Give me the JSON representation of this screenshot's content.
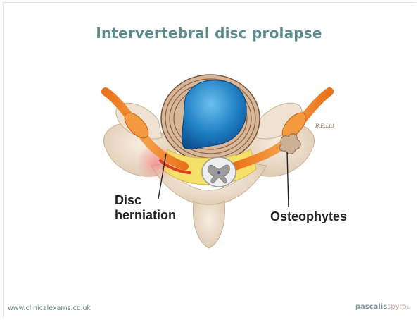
{
  "title": "Intervertebral disc prolapse",
  "labels": {
    "disc_herniation_line1": "Disc",
    "disc_herniation_line2": "herniation",
    "osteophytes": "Osteophytes",
    "signature": "B.E.Ltd"
  },
  "footer": {
    "url": "www.clinicalexams.co.uk",
    "logo_part1": "pascalis",
    "logo_part2": "spyrou"
  },
  "colors": {
    "title": "#5b8a8e",
    "bone": "#ecdcc8",
    "nerve": "#f08a2a",
    "disc_nucleus": "#1f7fc4",
    "fat": "#f5e06a"
  }
}
